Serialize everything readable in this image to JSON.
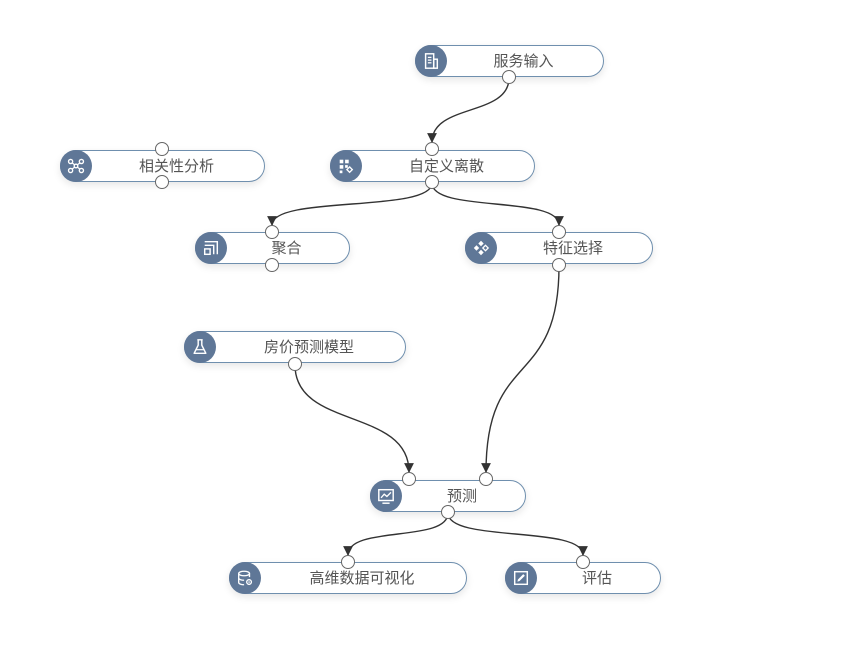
{
  "colors": {
    "icon_background": "#5f7797",
    "node_border": "#6f8fae",
    "edge": "#333333",
    "label": "#555555"
  },
  "nodes": [
    {
      "id": "service-input",
      "label": "服务输入",
      "icon": "building-icon",
      "in_ports": 0,
      "out_ports": 1
    },
    {
      "id": "correlation-analysis",
      "label": "相关性分析",
      "icon": "network-icon",
      "in_ports": 1,
      "out_ports": 1
    },
    {
      "id": "custom-discretize",
      "label": "自定义离散",
      "icon": "discretize-icon",
      "in_ports": 1,
      "out_ports": 1
    },
    {
      "id": "aggregate",
      "label": "聚合",
      "icon": "aggregate-icon",
      "in_ports": 1,
      "out_ports": 1
    },
    {
      "id": "feature-selection",
      "label": "特征选择",
      "icon": "diamond-grid-icon",
      "in_ports": 1,
      "out_ports": 1
    },
    {
      "id": "house-price-model",
      "label": "房价预测模型",
      "icon": "flask-icon",
      "in_ports": 0,
      "out_ports": 1
    },
    {
      "id": "predict",
      "label": "预测",
      "icon": "monitor-chart-icon",
      "in_ports": 2,
      "out_ports": 1
    },
    {
      "id": "hd-visualization",
      "label": "高维数据可视化",
      "icon": "database-icon",
      "in_ports": 1,
      "out_ports": 0
    },
    {
      "id": "evaluate",
      "label": "评估",
      "icon": "edit-icon",
      "in_ports": 1,
      "out_ports": 0
    }
  ],
  "edges": [
    {
      "from": "service-input",
      "to": "custom-discretize"
    },
    {
      "from": "custom-discretize",
      "to": "aggregate"
    },
    {
      "from": "custom-discretize",
      "to": "feature-selection"
    },
    {
      "from": "feature-selection",
      "to": "predict"
    },
    {
      "from": "house-price-model",
      "to": "predict"
    },
    {
      "from": "predict",
      "to": "hd-visualization"
    },
    {
      "from": "predict",
      "to": "evaluate"
    }
  ]
}
